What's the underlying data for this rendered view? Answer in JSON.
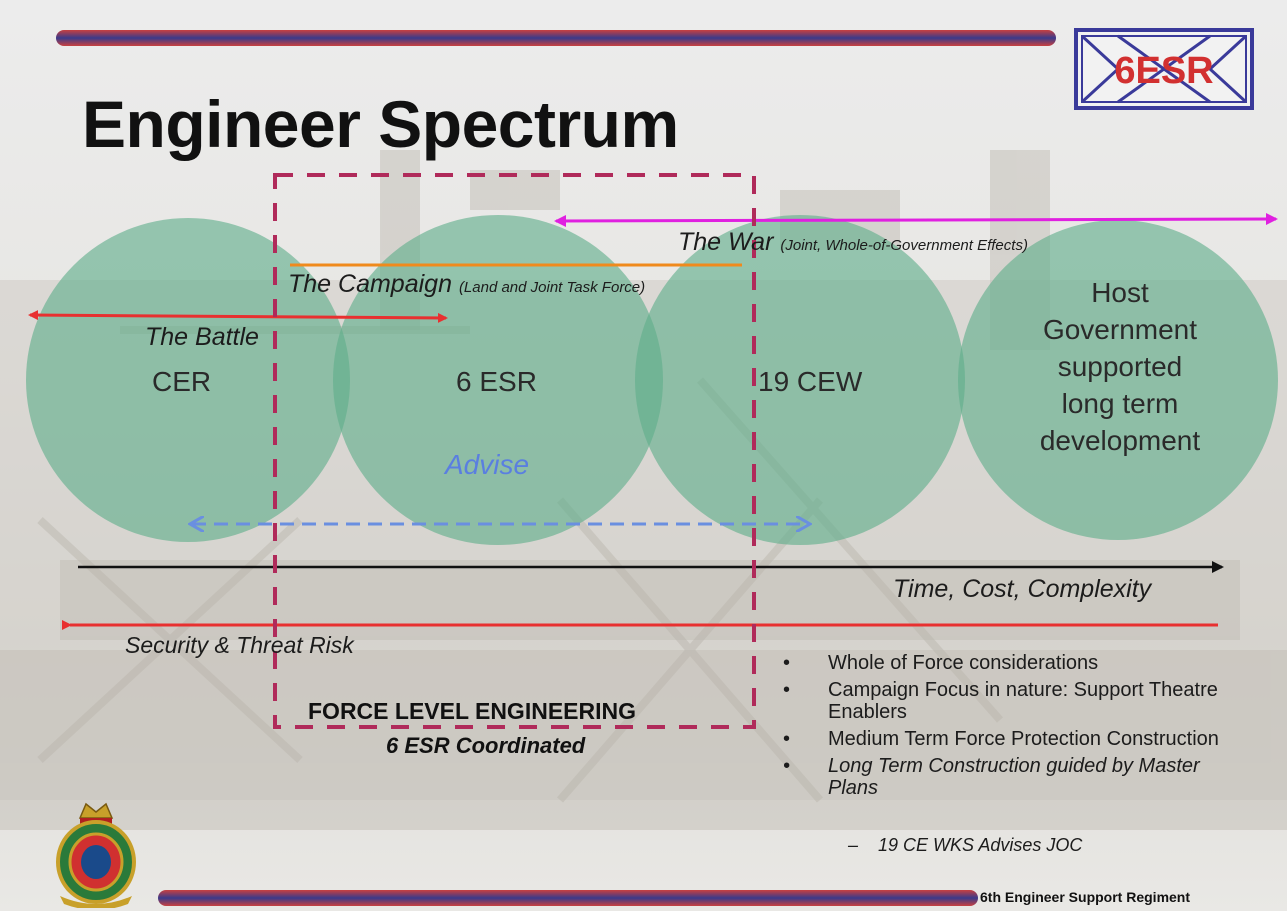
{
  "title": "Engineer Spectrum",
  "logo": {
    "text": "6ESR"
  },
  "circles": {
    "cer": "CER",
    "esr": "6 ESR",
    "cew": "19 CEW",
    "host": [
      "Host",
      "Government",
      "supported",
      "long term",
      "development"
    ]
  },
  "spans": {
    "war": {
      "label": "The War",
      "detail": "(Joint, Whole-of-Government Effects)"
    },
    "campaign": {
      "label": "The Campaign",
      "detail": "(Land and Joint Task Force)"
    },
    "battle": {
      "label": "The Battle"
    }
  },
  "advise": "Advise",
  "axes": {
    "time": "Time, Cost, Complexity",
    "security": "Security & Threat Risk"
  },
  "force_box": {
    "title": "FORCE LEVEL ENGINEERING",
    "subtitle": "6 ESR Coordinated"
  },
  "bullets": [
    {
      "text": "Whole of Force considerations",
      "italic": false
    },
    {
      "text": "Campaign Focus in nature: Support Theatre Enablers",
      "italic": false
    },
    {
      "text": "Medium Term Force Protection Construction",
      "italic": false
    },
    {
      "text": "Long Term Construction guided by Master Plans",
      "italic": true
    }
  ],
  "sub_bullet": "19 CE WKS Advises JOC",
  "footer": "6th Engineer Support Regiment",
  "colors": {
    "circle_fill": "#5fae8a",
    "war_arrow": "#e020e0",
    "campaign_arrow": "#f08a1c",
    "battle_arrow": "#e83030",
    "advise_arrow": "#6a8fe0",
    "box_dash": "#b02a5a",
    "bar_red": "#c83a3a",
    "bar_blue": "#3a3a8a"
  }
}
